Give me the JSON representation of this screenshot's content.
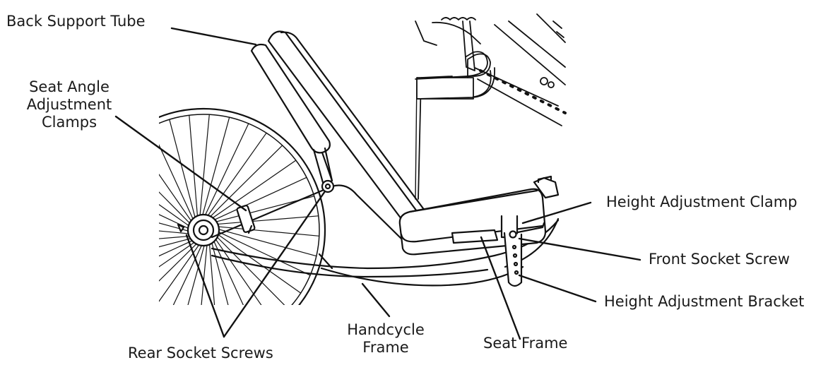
{
  "diagram": {
    "labels": {
      "back_support_tube": "Back Support Tube",
      "seat_angle_adjustment_clamps": "Seat Angle\nAdjustment\nClamps",
      "height_adjustment_clamp": "Height Adjustment Clamp",
      "front_socket_screw": "Front Socket Screw",
      "height_adjustment_bracket": "Height Adjustment Bracket",
      "handcycle_frame": "Handcycle\nFrame",
      "seat_frame": "Seat Frame",
      "rear_socket_screws": "Rear Socket Screws"
    }
  }
}
